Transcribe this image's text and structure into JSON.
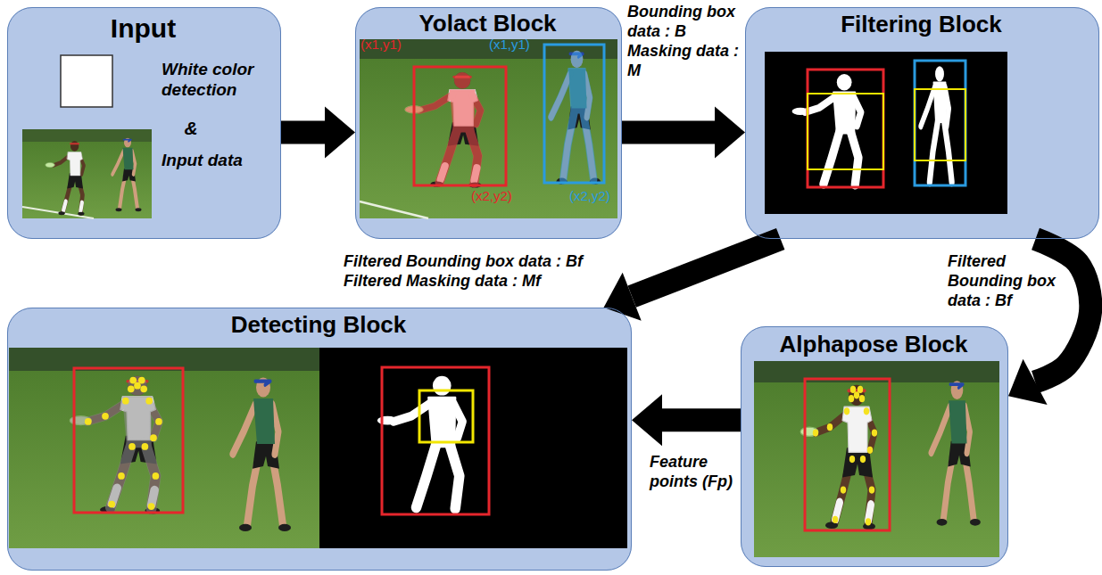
{
  "diagram": {
    "nodes": [
      {
        "text": [
          "Input",
          "White color detection",
          "&",
          "Input data"
        ]
      },
      {
        "text": [
          "Yolact Block"
        ]
      },
      {
        "text": [
          "Filtering Block"
        ]
      },
      {
        "text": [
          "Alphapose Block"
        ]
      },
      {
        "text": [
          "Detecting Block"
        ]
      }
    ],
    "edges": [
      {
        "from": 0,
        "to": 1,
        "arrow": "to"
      },
      {
        "from": 1,
        "to": 2,
        "label": "Bounding box data : B Masking data : M",
        "arrow": "to"
      },
      {
        "from": 2,
        "to": 4,
        "label": "Filtered Bounding box data : Bf Filtered Masking data : Mf",
        "arrow": "to"
      },
      {
        "from": 2,
        "to": 3,
        "label": "Filtered Bounding box data : Bf",
        "arrow": "to"
      },
      {
        "from": 3,
        "to": 4,
        "label": "Feature points (Fp)",
        "arrow": "to"
      }
    ],
    "labels": [
      "(x1,y1)",
      "(x1,y1)",
      "(x2,y2)",
      "(x2,y2)"
    ]
  }
}
